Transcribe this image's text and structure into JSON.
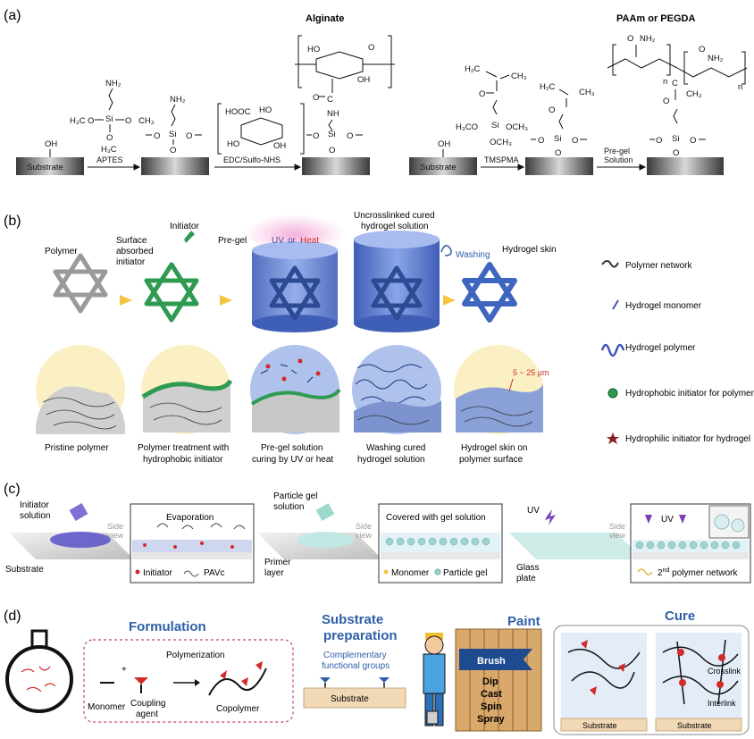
{
  "panels": {
    "a": {
      "label": "(a)",
      "alginate_title": "Alginate",
      "paam_title": "PAAm or PEGDA",
      "substrate": "Substrate",
      "aptes": "APTES",
      "edc": "EDC/Sulfo-NHS",
      "tmspma": "TMSPMA",
      "pregel_1": "Pre-gel",
      "pregel_2": "Solution",
      "chem": {
        "oh": "OH",
        "nh2": "NH₂",
        "h3c": "H₃C",
        "ch3": "CH₃",
        "ch3_sub": "CH₃",
        "o": "O",
        "si": "Si",
        "hooc": "HOOC",
        "ho": "HO",
        "nh": "NH",
        "h2c": "H₂C",
        "h3co": "H₃CO",
        "och3": "OCH₃",
        "n": "n",
        "c": "C"
      }
    },
    "b": {
      "label": "(b)",
      "polymer": "Polymer",
      "surface_1": "Surface",
      "surface_2": "absorbed",
      "surface_3": "initiator",
      "initiator": "Initiator",
      "pregel": "Pre-gel",
      "uv": "UV",
      "or": "or",
      "heat": "Heat",
      "uncross_1": "Uncrosslinked cured",
      "uncross_2": "hydrogel solution",
      "washing": "Washing",
      "skin": "Hydrogel skin",
      "thickness": "5 ~ 25 μm",
      "cap1": "Pristine polymer",
      "cap2_1": "Polymer treatment with",
      "cap2_2": "hydrophobic initiator",
      "cap3_1": "Pre-gel solution",
      "cap3_2": "curing by UV or heat",
      "cap4_1": "Washing cured",
      "cap4_2": "hydrogel solution",
      "cap5_1": "Hydrogel skin on",
      "cap5_2": "polymer surface",
      "legend": [
        "Polymer network",
        "Hydrogel monomer",
        "Hydrogel polymer",
        "Hydrophobic initiator for polymer",
        "Hydrophilic initiator for hydrogel"
      ]
    },
    "c": {
      "label": "(c)",
      "init_sol_1": "Initiator",
      "init_sol_2": "solution",
      "substrate": "Substrate",
      "side_1": "Side",
      "side_2": "view",
      "evaporation": "Evaporation",
      "initiator": "Initiator",
      "pavc": "PAVc",
      "particle_1": "Particle gel",
      "particle_2": "solution",
      "covered": "Covered with gel solution",
      "primer_1": "Primer",
      "primer_2": "layer",
      "monomer": "Monomer",
      "particle_gel": "Particle gel",
      "uv": "UV",
      "glass_1": "Glass",
      "glass_2": "plate",
      "second_1": "2",
      "second_sup": "nd",
      "second_2": " polymer network"
    },
    "d": {
      "label": "(d)",
      "formulation": "Formulation",
      "polymerization": "Polymerization",
      "monomer": "Monomer",
      "coupling_1": "Coupling",
      "coupling_2": "agent",
      "copolymer": "Copolymer",
      "sub_prep_1": "Substrate",
      "sub_prep_2": "preparation",
      "complementary_1": "Complementary",
      "complementary_2": "functional groups",
      "substrate": "Substrate",
      "paint": "Paint",
      "methods": [
        "Brush",
        "Dip",
        "Cast",
        "Spin",
        "Spray"
      ],
      "cure": "Cure",
      "crosslink": "Crosslink",
      "interlink": "Interlink"
    }
  },
  "colors": {
    "title_blue": "#2e5fa7",
    "gel_blue": "#4a74c9",
    "initiator_green": "#2f9a52",
    "red": "#d12a2a",
    "substrate_tan": "#f1d9b5"
  }
}
